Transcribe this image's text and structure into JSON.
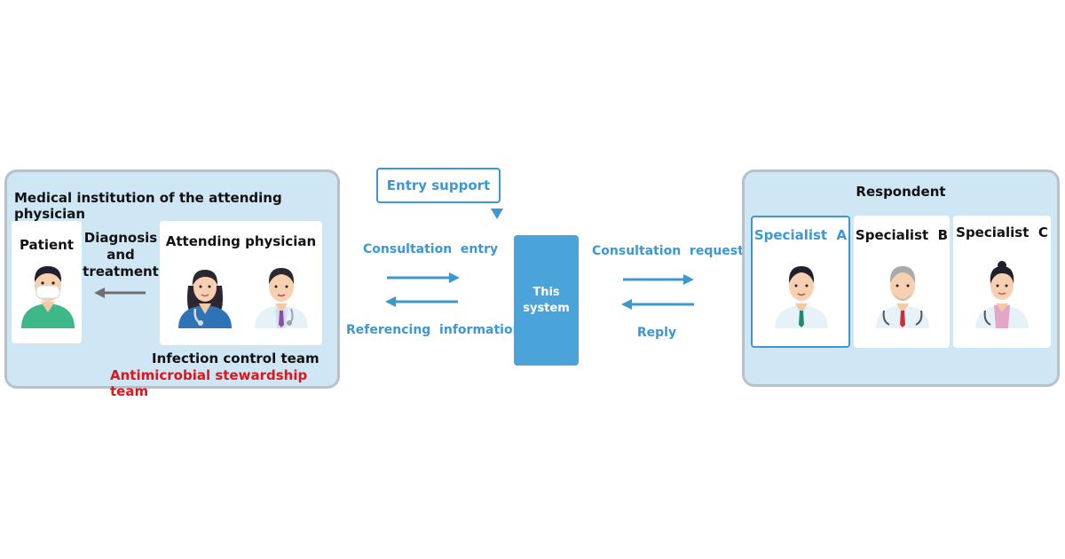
{
  "left_panel": {
    "title": "Medical institution of the attending physician",
    "patient_label": "Patient",
    "action_label_1": "Diagnosis",
    "action_label_2": "and",
    "action_label_3": "treatment",
    "physician_label": "Attending physician",
    "team_label": "Infection control team",
    "stewardship_label": "Antimicrobial stewardship team"
  },
  "center": {
    "entry_support": "Entry support",
    "consultation_entry": "Consultation  entry",
    "referencing_information": "Referencing  information",
    "system_line1": "This",
    "system_line2": "system",
    "consultation_request": "Consultation  request",
    "reply": "Reply"
  },
  "right_panel": {
    "title": "Respondent",
    "specialists": [
      "Specialist  A",
      "Specialist  B",
      "Specialist  C"
    ]
  },
  "colors": {
    "accent": "#3d97d1",
    "panel_bg": "#cfe6f5",
    "panel_border": "#b9c1c8",
    "stewardship": "#e0151b",
    "system_box": "#4aa4da",
    "gray_arrow": "#6f6f6f"
  },
  "icons": [
    "patient-icon",
    "female-physician-icon",
    "male-physician-icon",
    "specialist-a-icon",
    "specialist-b-icon",
    "specialist-c-icon"
  ]
}
